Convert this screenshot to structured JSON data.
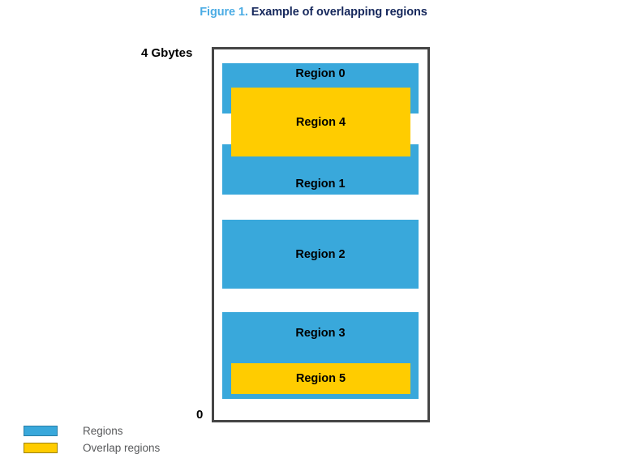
{
  "figure": {
    "label": "Figure 1.",
    "caption": "Example of overlapping regions"
  },
  "diagram": {
    "axis_top_label": "4 Gbytes",
    "axis_bottom_label": "0",
    "regions": [
      {
        "id": "region-0",
        "label": "Region 0",
        "kind": "region"
      },
      {
        "id": "region-4",
        "label": "Region 4",
        "kind": "overlap"
      },
      {
        "id": "region-1",
        "label": "Region 1",
        "kind": "region"
      },
      {
        "id": "region-2",
        "label": "Region 2",
        "kind": "region"
      },
      {
        "id": "region-3",
        "label": "Region 3",
        "kind": "region"
      },
      {
        "id": "region-5",
        "label": "Region 5",
        "kind": "overlap"
      }
    ]
  },
  "legend": {
    "items": [
      {
        "label": "Regions",
        "color": "#39A8DB"
      },
      {
        "label": "Overlap regions",
        "color": "#FFCC00"
      }
    ]
  },
  "colors": {
    "region": "#39A8DB",
    "overlap": "#FFCC00",
    "box_border": "#454545",
    "title_label": "#4BACE4",
    "title_caption": "#16285C",
    "legend_text": "#58595B"
  }
}
